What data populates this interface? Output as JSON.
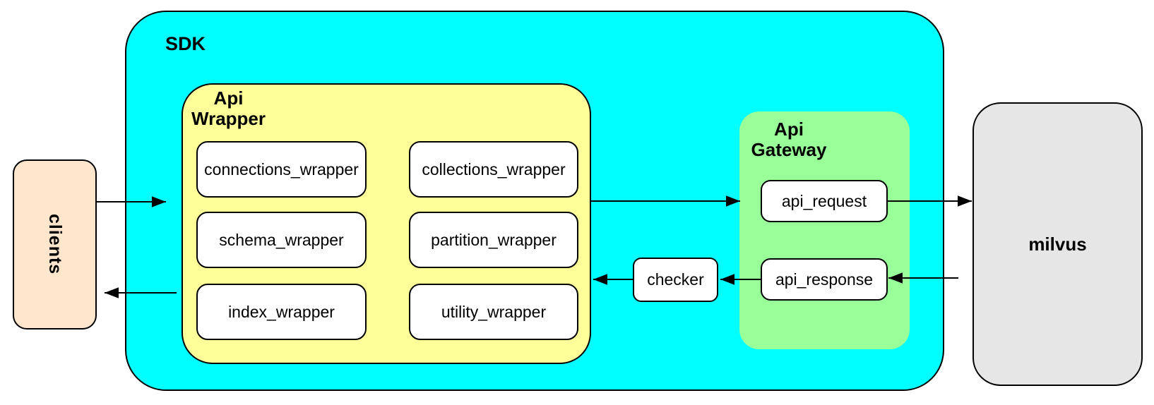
{
  "diagram": {
    "clients": {
      "label": "clients"
    },
    "sdk": {
      "label": "SDK"
    },
    "api_wrapper": {
      "label": "Api Wrapper",
      "boxes": [
        {
          "label": "connections_wrapper"
        },
        {
          "label": "collections_wrapper"
        },
        {
          "label": "schema_wrapper"
        },
        {
          "label": "partition_wrapper"
        },
        {
          "label": "index_wrapper"
        },
        {
          "label": "utility_wrapper"
        }
      ]
    },
    "checker": {
      "label": "checker"
    },
    "api_gateway": {
      "label": "Api Gateway",
      "boxes": [
        {
          "label": "api_request"
        },
        {
          "label": "api_response"
        }
      ]
    },
    "milvus": {
      "label": "milvus"
    }
  },
  "colors": {
    "sdk-fill": "#00ffff",
    "wrapper-fill": "#ffff99",
    "gateway-fill": "#99ff99",
    "clients-fill": "#ffe6cc",
    "milvus-fill": "#e6e6e6",
    "node-fill": "#ffffff",
    "stroke": "#000000"
  }
}
